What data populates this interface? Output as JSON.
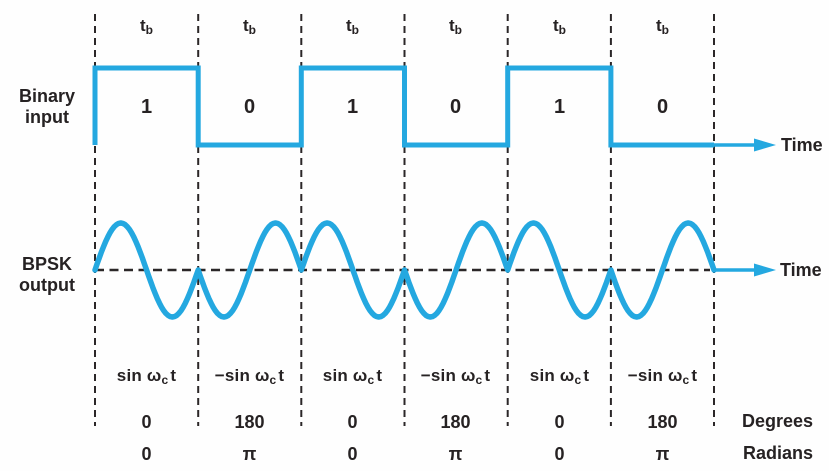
{
  "colors": {
    "wave_blue": "#24A8E0",
    "ink": "#2b2728",
    "background": "#fefefe"
  },
  "left_labels": {
    "binary_input": [
      "Binary",
      "input"
    ],
    "bpsk_output": [
      "BPSK",
      "output"
    ]
  },
  "axis": {
    "time_top": "Time",
    "time_bottom": "Time"
  },
  "phase_captions": {
    "degrees": "Degrees",
    "radians": "Radians"
  },
  "bit_interval": {
    "base": "t",
    "sub": "b"
  },
  "cells": [
    {
      "bit": "1",
      "expr": {
        "pre": "sin ω",
        "sub": "c",
        "post": "t"
      },
      "degrees": "0",
      "radians": "0"
    },
    {
      "bit": "0",
      "expr": {
        "pre": "−sin ω",
        "sub": "c",
        "post": "t"
      },
      "degrees": "180",
      "radians": "π"
    },
    {
      "bit": "1",
      "expr": {
        "pre": "sin ω",
        "sub": "c",
        "post": "t"
      },
      "degrees": "0",
      "radians": "0"
    },
    {
      "bit": "0",
      "expr": {
        "pre": "−sin ω",
        "sub": "c",
        "post": "t"
      },
      "degrees": "180",
      "radians": "π"
    },
    {
      "bit": "1",
      "expr": {
        "pre": "sin ω",
        "sub": "c",
        "post": "t"
      },
      "degrees": "0",
      "radians": "0"
    },
    {
      "bit": "0",
      "expr": {
        "pre": "−sin ω",
        "sub": "c",
        "post": "t"
      },
      "degrees": "180",
      "radians": "π"
    }
  ],
  "waveforms": {
    "binary_bits": [
      1,
      0,
      1,
      0,
      1,
      0
    ],
    "carrier_cycles_per_bit": 1,
    "bit_one_carrier": "sin ωct (0° / 0 rad)",
    "bit_zero_carrier": "−sin ωct (180° / π rad)"
  }
}
